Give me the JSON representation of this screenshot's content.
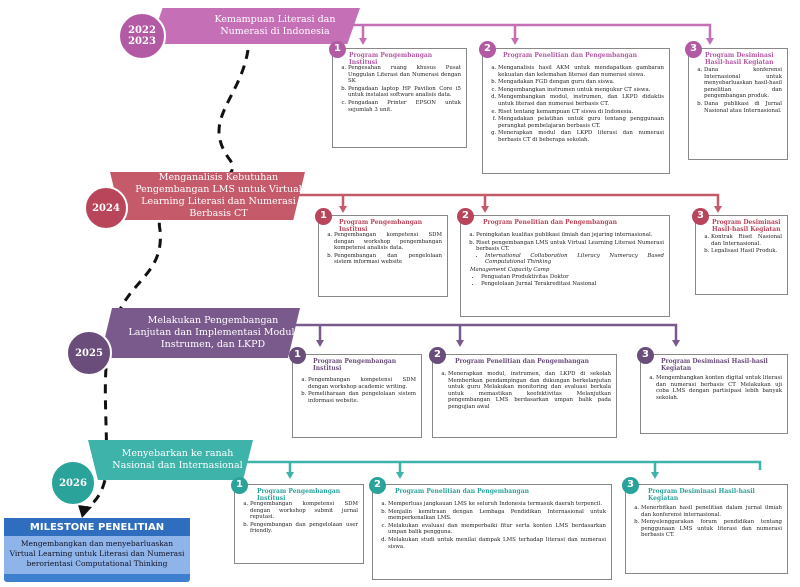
{
  "colors": {
    "phase1": "#c56fb7",
    "phase2": "#c45a6a",
    "phase3": "#7a5a8c",
    "phase4": "#3db3aa",
    "milestone": "#3f7fcf"
  },
  "phases": [
    {
      "year": "2022\n2023",
      "title": "Kemampuan Literasi dan Numerasi di Indonesia",
      "boxes": [
        {
          "num": "1",
          "head": "Program Pengembangan Institusi",
          "items": [
            "Pengesahan ruang khusus Pusat Unggulan Literasi dan Numerasi dengan SK",
            "Pengadaan laptop HP Pavilion Core i5 untuk instalasi software analisis data.",
            "Pengadaan Printer EPSON untuk sejumlah 3 unit."
          ]
        },
        {
          "num": "2",
          "head": "Program Penelitian dan Pengembangan",
          "items": [
            "Menganalisis hasil AKM untuk mendapatkan gambaran kekuatan dan kelemahan literasi dan numerasi siswa.",
            "Mengadakan FGD dengan guru dan siswa.",
            "Mengembangkan instrumen untuk mengukur CT siswa.",
            "Mengembangkan modul, instrumen, dan LKPD didaktis untuk literasi dan numerasi berbasis CT.",
            "Riset tentang kemampuan CT siswa di Indonesia.",
            "Mengadakan pelatihan untuk guru tentang penggunaan perangkat pembelajaran berbasis CT.",
            "Menerapkan modul dan LKPD literasi dan numerasi berbasis CT di beberapa sekolah."
          ]
        },
        {
          "num": "3",
          "head": "Program Desiminasi Hasil-hasil Kegiatan",
          "items": [
            "Dana konferensi Internasional untuk menyebarluaskan hasil-hasil penelitian dan pengembangan produk.",
            "Dana publikasi di Jurnal Nasional atau Internasional."
          ]
        }
      ]
    },
    {
      "year": "2024",
      "title": "Menganalisis Kebutuhan Pengembangan LMS untuk Virtual Learning Literasi dan Numerasi Berbasis CT",
      "boxes": [
        {
          "num": "1",
          "head": "Program Pengembangan Institusi",
          "items": [
            "Pengembangan kompetensi SDM dengan workshop pengembangan kompetensi analisis data.",
            "Pengembangan dan pengelolaan sistem informasi website"
          ]
        },
        {
          "num": "2",
          "head": "Program Penelitian dan Pengembangan",
          "items": [
            "Peningkatan kualitas publikasi ilmiah dan jejaring internasional.",
            "Riset pengembangan LMS untuk Virtual Learning Literasi Numerasi berbasis CT."
          ],
          "sub1": [
            "International Collaboration Literacy Numeracy Based Computational Thinking"
          ],
          "extra": "Management Capacity Camp",
          "sub2": [
            "Penguatan Produktivitas Doktor",
            "Pengelolaan Jurnal Terakreditasi Nasional"
          ]
        },
        {
          "num": "3",
          "head": "Program Desiminasi Hasil-hasil Kegiatan",
          "items": [
            "Kontrak Riset Nasional dan Internasional.",
            "Legalisasi Hasil Produk."
          ]
        }
      ]
    },
    {
      "year": "2025",
      "title": "Melakukan Pengembangan Lanjutan dan Implementasi Modul, Instrumen, dan LKPD",
      "boxes": [
        {
          "num": "1",
          "head": "Program Pengembangan Institusi",
          "items": [
            "Pengembangan kompetensi SDM dengan workshop academic writing.",
            "Pemeliharaan dan pengelolaan sistem informasi website."
          ]
        },
        {
          "num": "2",
          "head": "Program Penelitian dan Pengembangan",
          "items": [
            "Menerapkan modul, instrumen, dan LKPD di sekolah Memberikan pendampingan dan dukungan berkelanjutan untuk guru Melakukan monitoring dan evaluasi berkala untuk memastikan keefektivitas Melanjutkan pengembangan LMS berdasarkan umpan balik pada pengujian awal"
          ]
        },
        {
          "num": "3",
          "head": "Program Desiminasi Hasil-hasil Kegiatan",
          "items": [
            "Mengembangkan konten digital untuk literasi dan numerasi berbasis CT Melakukan uji coba LMS dengan partisipasi lebih banyak sekolah."
          ]
        }
      ]
    },
    {
      "year": "2026",
      "title": "Menyebarkan ke ranah Nasional dan Internasional",
      "boxes": [
        {
          "num": "1",
          "head": "Program Pengembangan Institusi",
          "items": [
            "Pengembangan kompetensi SDM dengan workshop submit jurnal reputasi.",
            "Pengembangan dan pengelolaan user friendly."
          ]
        },
        {
          "num": "2",
          "head": "Program Penelitian dan Pengembangan",
          "items": [
            "Memperluas jangkauan LMS ke seluruh Indonesia termasuk daerah terpencil.",
            "Menjalin kemitraan dengan Lembaga Pendidikan Internasional untuk memperkenalkan LMS.",
            "Melakukan evaluasi dan memperbaiki fitur serta konten LMS berdasarkan umpan balik pengguna.",
            "Melakukan studi untuk menilai dampak LMS terhadap literasi dan numerasi siswa."
          ]
        },
        {
          "num": "3",
          "head": "Program Desiminasi Hasil-hasil Kegiatan",
          "items": [
            "Menerbitkan hasil penelitian dalam jurnal ilmiah dan konferensi internasional.",
            "Menyelenggarakan forum pendidikan tentang penggunaan LMS untuk literasi dan numerasi berbasis CT."
          ]
        }
      ]
    }
  ],
  "milestone": {
    "title": "MILESTONE PENELITIAN",
    "text": "Mengembangkan dan menyebarluaskan Virtual Learning untuk Literasi dan Numerasi berorientasi Computational Thinking"
  }
}
